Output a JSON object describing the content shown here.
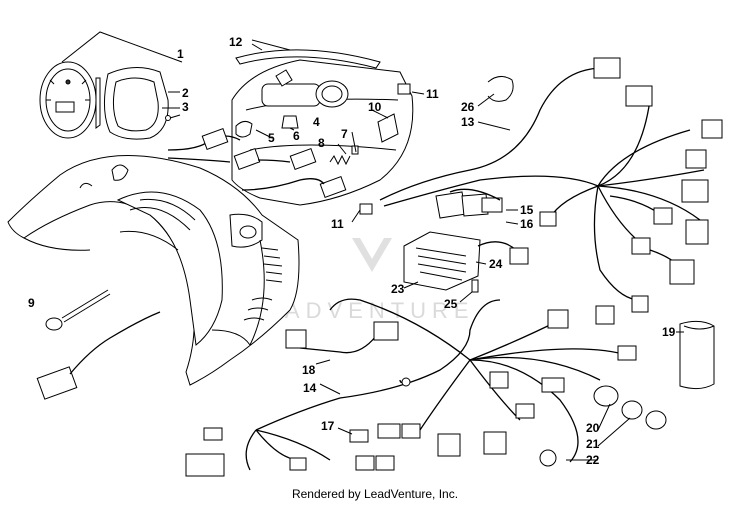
{
  "footer": "Rendered by LeadVenture, Inc.",
  "watermark": "LEADVENTURE",
  "callouts": [
    {
      "id": "c1",
      "label": "1"
    },
    {
      "id": "c2",
      "label": "2"
    },
    {
      "id": "c3",
      "label": "3"
    },
    {
      "id": "c4",
      "label": "4"
    },
    {
      "id": "c5",
      "label": "5"
    },
    {
      "id": "c6",
      "label": "6"
    },
    {
      "id": "c7",
      "label": "7"
    },
    {
      "id": "c8",
      "label": "8"
    },
    {
      "id": "c9",
      "label": "9"
    },
    {
      "id": "c10",
      "label": "10"
    },
    {
      "id": "c11a",
      "label": "11"
    },
    {
      "id": "c11b",
      "label": "11"
    },
    {
      "id": "c12",
      "label": "12"
    },
    {
      "id": "c13",
      "label": "13"
    },
    {
      "id": "c14",
      "label": "14"
    },
    {
      "id": "c15",
      "label": "15"
    },
    {
      "id": "c16",
      "label": "16"
    },
    {
      "id": "c17",
      "label": "17"
    },
    {
      "id": "c18",
      "label": "18"
    },
    {
      "id": "c19",
      "label": "19"
    },
    {
      "id": "c20",
      "label": "20"
    },
    {
      "id": "c21",
      "label": "21"
    },
    {
      "id": "c22",
      "label": "22"
    },
    {
      "id": "c23",
      "label": "23"
    },
    {
      "id": "c24",
      "label": "24"
    },
    {
      "id": "c25",
      "label": "25"
    },
    {
      "id": "c26",
      "label": "26"
    }
  ]
}
